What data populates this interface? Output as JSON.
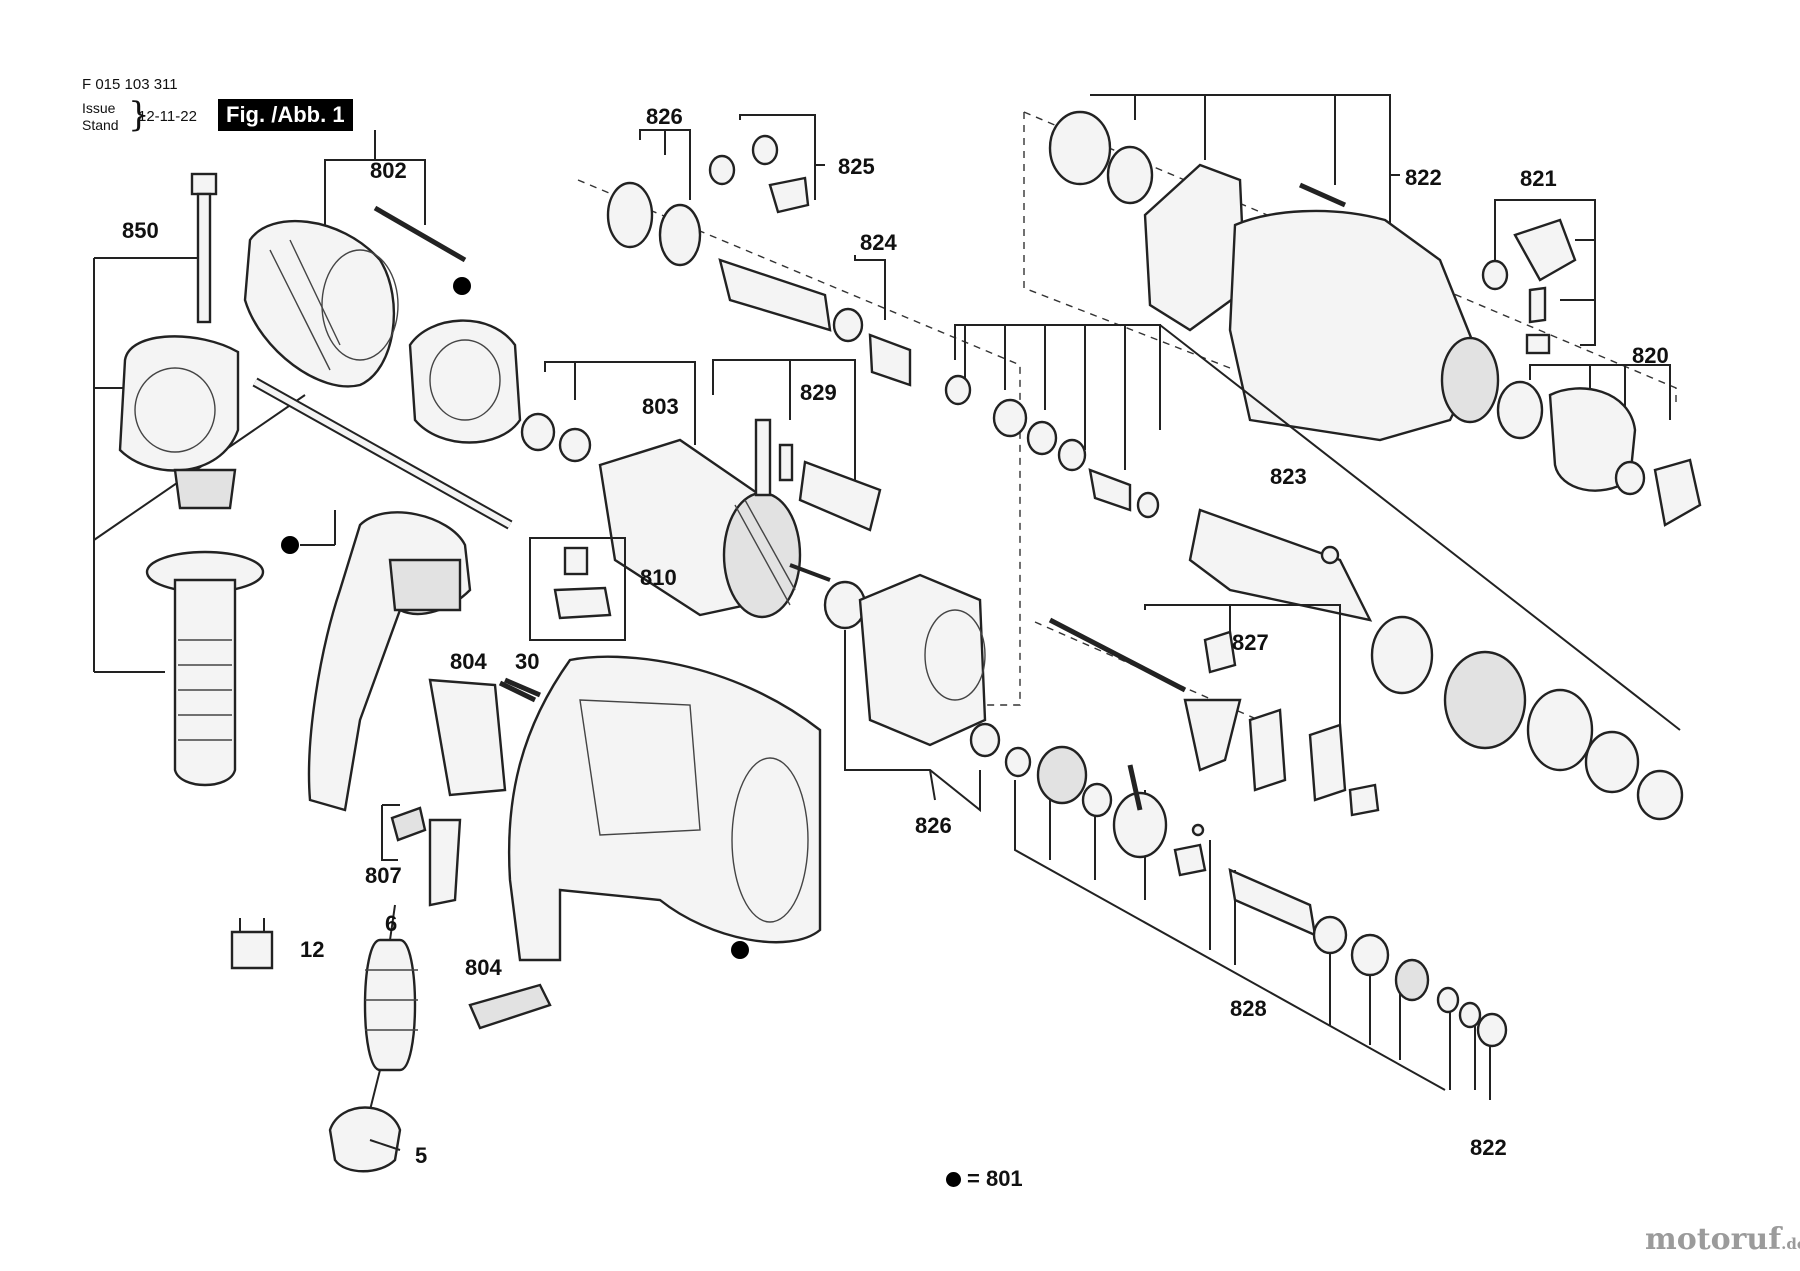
{
  "header": {
    "doc_number": "F 015 103 311",
    "issue_label": "Issue",
    "stand_label": "Stand",
    "date": "12-11-22",
    "figure_label": "Fig. /Abb. 1"
  },
  "legend": {
    "symbol": "dot",
    "text": "= 801"
  },
  "watermark": {
    "name": "motoruf",
    "domain": ".de"
  },
  "callouts": [
    "850",
    "802",
    "803",
    "810",
    "804",
    "30",
    "807",
    "6",
    "12",
    "804",
    "5",
    "826",
    "825",
    "824",
    "829",
    "826",
    "822",
    "821",
    "820",
    "823",
    "827",
    "828",
    "822"
  ],
  "colors": {
    "ink": "#111111",
    "title_bg": "#000000",
    "title_fg": "#ffffff",
    "watermark": "#9b9b9b"
  }
}
